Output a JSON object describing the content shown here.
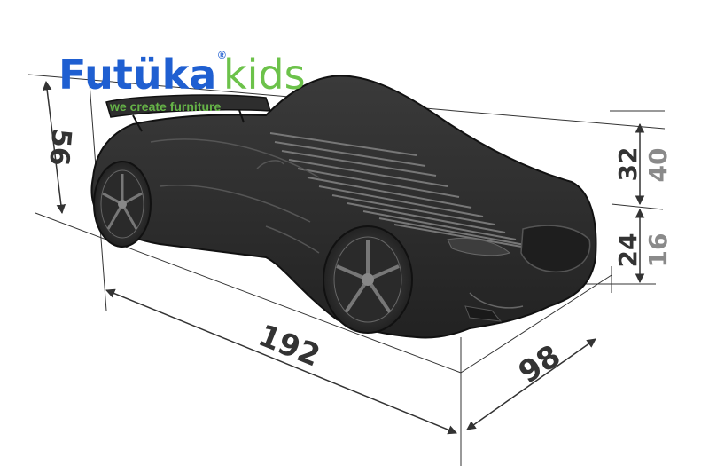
{
  "logo": {
    "brand": "Futüka",
    "registered_mark": "®",
    "suffix": "kids",
    "tagline": "we create furniture",
    "brand_color": "#1f5fd1",
    "suffix_color": "#6cc24a",
    "tagline_color": "#6cc24a"
  },
  "dimensions": {
    "length": "192",
    "width": "98",
    "overall_height": "56",
    "upper_height": "32",
    "upper_height_total": "40",
    "lower_height": "24",
    "lower_height_alt": "16"
  },
  "colors": {
    "car_body": "#2b2b2b",
    "car_outline": "#111111",
    "dimension_line": "#333333",
    "label_light": "#8a8a8a"
  }
}
